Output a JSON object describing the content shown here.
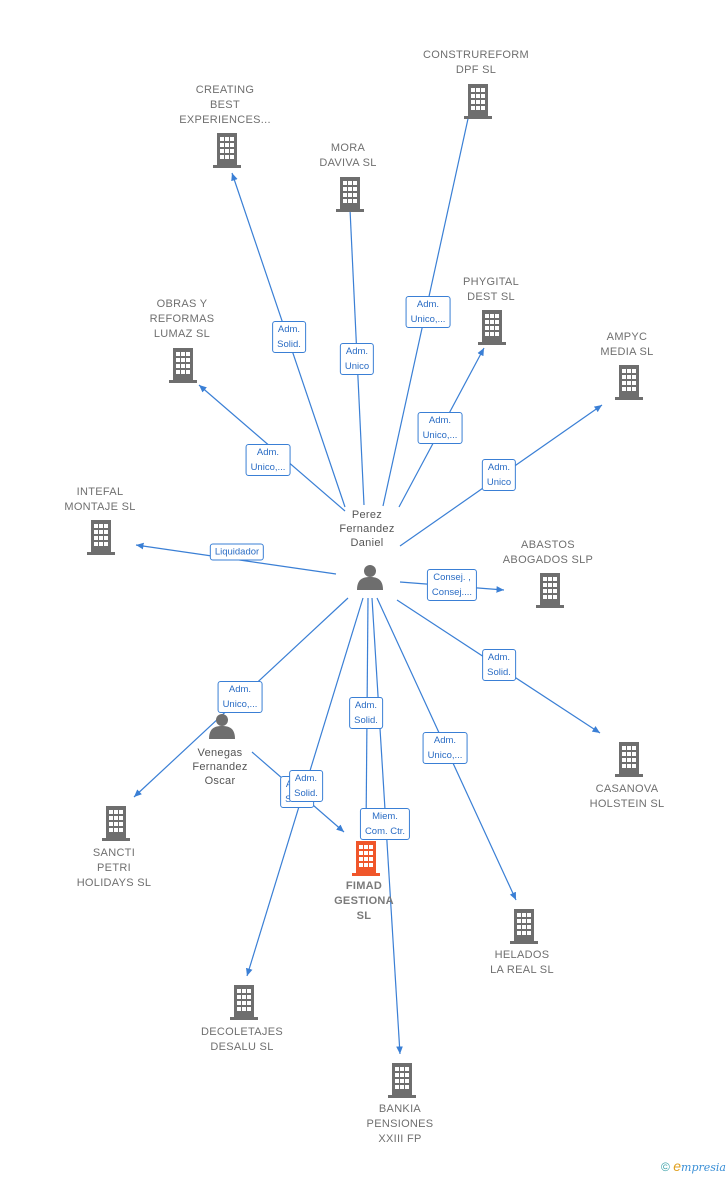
{
  "colors": {
    "edge": "#3a7fd5",
    "building": "#6e6e6e",
    "focus_building": "#f0562a",
    "person": "#6e6e6e"
  },
  "people": [
    {
      "id": "perez",
      "name": "Perez\nFernandez\nDaniel",
      "icon": "person-icon"
    },
    {
      "id": "venegas",
      "name": "Venegas\nFernandez\nOscar",
      "icon": "person-icon"
    }
  ],
  "companies": [
    {
      "id": "construreform",
      "name": "CONSTRUREFORM\nDPF  SL",
      "icon": "building-icon"
    },
    {
      "id": "creating",
      "name": "CREATING\nBEST\nEXPERIENCES...",
      "icon": "building-icon"
    },
    {
      "id": "mora",
      "name": "MORA\nDAVIVA SL",
      "icon": "building-icon"
    },
    {
      "id": "phygital",
      "name": "PHYGITAL\nDEST  SL",
      "icon": "building-icon"
    },
    {
      "id": "obras",
      "name": "OBRAS Y\nREFORMAS\nLUMAZ  SL",
      "icon": "building-icon"
    },
    {
      "id": "ampyc",
      "name": "AMPYC\nMEDIA  SL",
      "icon": "building-icon"
    },
    {
      "id": "intefal",
      "name": "INTEFAL\nMONTAJE SL",
      "icon": "building-icon"
    },
    {
      "id": "abastos",
      "name": "ABASTOS\nABOGADOS SLP",
      "icon": "building-icon"
    },
    {
      "id": "casanova",
      "name": "CASANOVA\nHOLSTEIN  SL",
      "icon": "building-icon"
    },
    {
      "id": "sancti",
      "name": "SANCTI\nPETRI\nHOLIDAYS  SL",
      "icon": "building-icon"
    },
    {
      "id": "fimad",
      "name": "FIMAD\nGESTIONA\nSL",
      "icon": "building-icon",
      "focus": true
    },
    {
      "id": "helados",
      "name": "HELADOS\nLA REAL  SL",
      "icon": "building-icon"
    },
    {
      "id": "decoletajes",
      "name": "DECOLETAJES\nDESALU SL",
      "icon": "building-icon"
    },
    {
      "id": "bankia",
      "name": "BANKIA\nPENSIONES\nXXIII FP",
      "icon": "building-icon"
    }
  ],
  "edges": [
    {
      "from": "perez",
      "to": "creating",
      "label": "Adm.\nSolid."
    },
    {
      "from": "perez",
      "to": "mora",
      "label": "Adm.\nUnico"
    },
    {
      "from": "perez",
      "to": "construreform",
      "label": "Adm.\nUnico,..."
    },
    {
      "from": "perez",
      "to": "phygital",
      "label": "Adm.\nUnico,..."
    },
    {
      "from": "perez",
      "to": "obras",
      "label": "Adm.\nUnico,..."
    },
    {
      "from": "perez",
      "to": "ampyc",
      "label": "Adm.\nUnico"
    },
    {
      "from": "perez",
      "to": "intefal",
      "label": "Liquidador"
    },
    {
      "from": "perez",
      "to": "abastos",
      "label": "Consej. ,\nConsej...."
    },
    {
      "from": "perez",
      "to": "casanova",
      "label": "Adm.\nSolid."
    },
    {
      "from": "perez",
      "to": "sancti",
      "label": "Adm.\nUnico,..."
    },
    {
      "from": "perez",
      "to": "fimad",
      "label": "Adm.\nSolid."
    },
    {
      "from": "perez",
      "to": "helados",
      "label": "Adm.\nUnico,..."
    },
    {
      "from": "perez",
      "to": "decoletajes",
      "label": "Adm.\nSolid."
    },
    {
      "from": "perez",
      "to": "bankia",
      "label": "Miem.\nCom. Ctr."
    },
    {
      "from": "venegas",
      "to": "fimad",
      "label": "Adm.\nSolid."
    }
  ],
  "footer": {
    "copyright": "©",
    "brand_initial": "e",
    "brand": "mpresia"
  }
}
